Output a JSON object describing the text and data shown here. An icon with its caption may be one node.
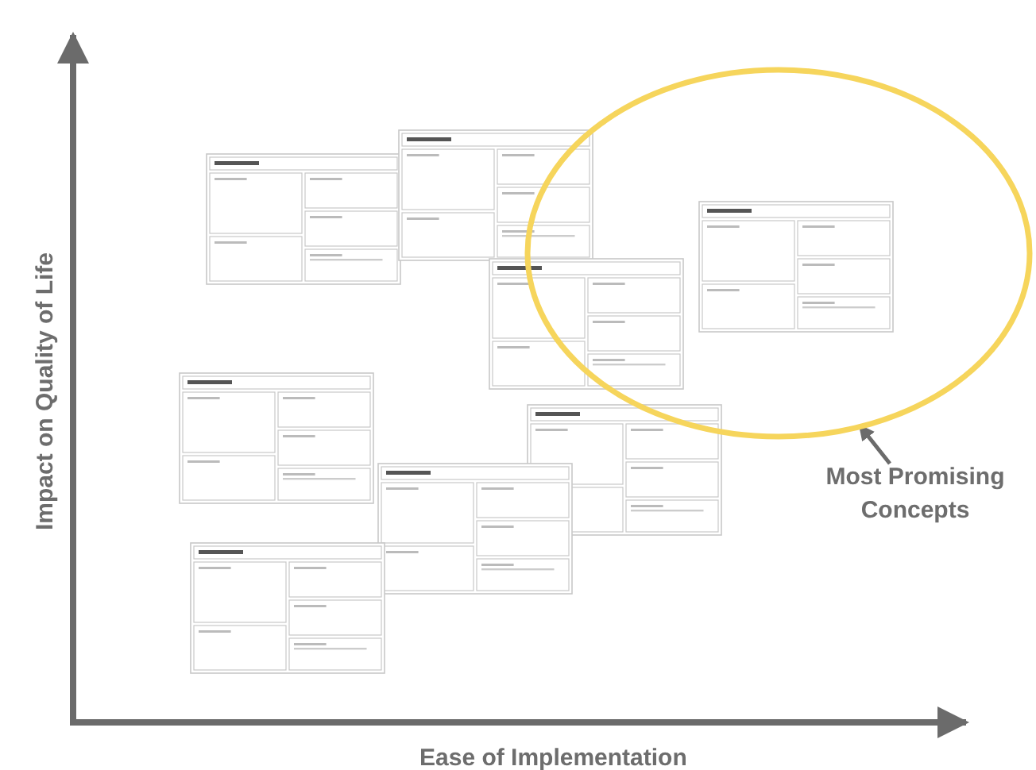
{
  "diagram": {
    "nodes": [
      {
        "text": [],
        "shape": "circle"
      },
      {
        "text": [
          "Most Promising Concepts"
        ]
      }
    ],
    "edges": [
      {
        "from": 1,
        "to": 0,
        "arrow": "to"
      }
    ],
    "labels": [
      "Impact on Quality of Life",
      "Ease of Implementation"
    ]
  }
}
